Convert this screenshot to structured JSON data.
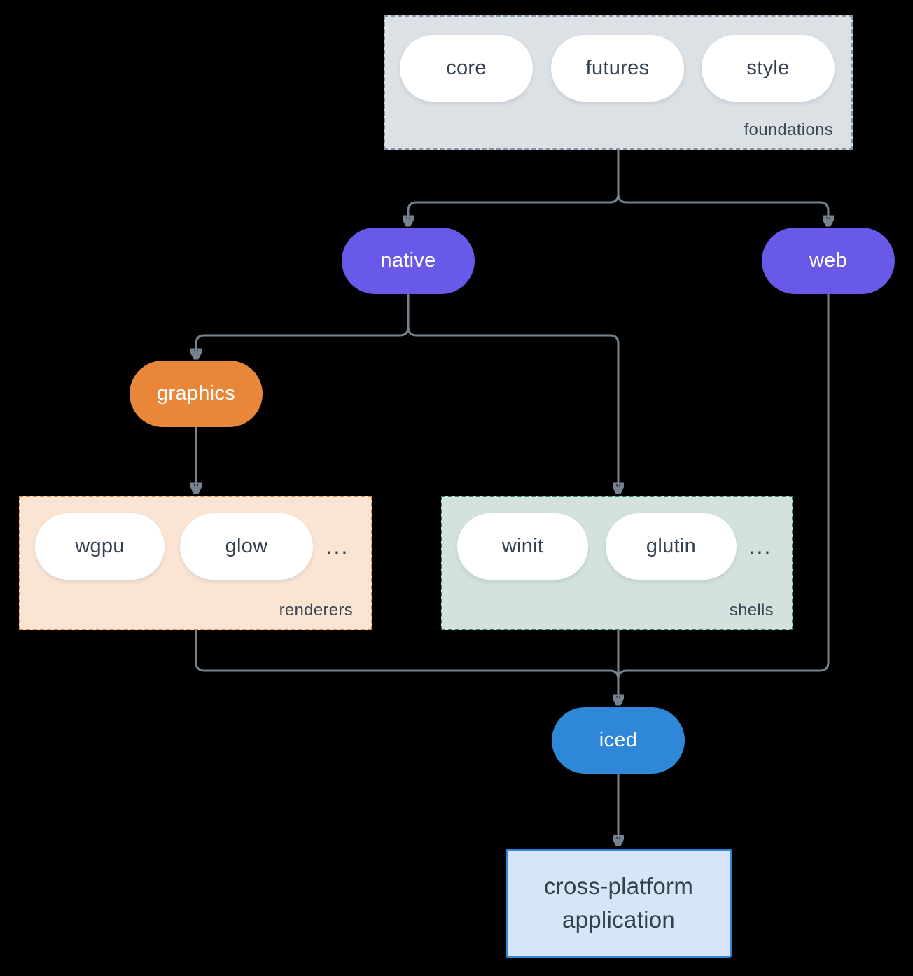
{
  "foundations": {
    "label": "foundations",
    "pills": [
      "core",
      "futures",
      "style"
    ]
  },
  "native": {
    "label": "native"
  },
  "web": {
    "label": "web"
  },
  "graphics": {
    "label": "graphics"
  },
  "renderers": {
    "label": "renderers",
    "pills": [
      "wgpu",
      "glow"
    ],
    "ellipsis": "..."
  },
  "shells": {
    "label": "shells",
    "pills": [
      "winit",
      "glutin"
    ],
    "ellipsis": "..."
  },
  "iced": {
    "label": "iced"
  },
  "application": {
    "lines": [
      "cross-platform",
      "application"
    ]
  },
  "colors": {
    "background": "#000000",
    "connector_gray": "#76838F",
    "purple": "#6859E8",
    "orange": "#E8873A",
    "blue": "#2F87D7",
    "foundations_bg": "#DCE1E5",
    "foundations_border": "#8595A6",
    "renderers_bg": "#FAE5D5",
    "renderers_border": "#E8873A",
    "shells_bg": "#D3E2DC",
    "shells_border": "#2E7F6E",
    "application_bg": "#D6E6F7",
    "text_dark": "#33404E",
    "pill_white": "#FFFFFF"
  }
}
